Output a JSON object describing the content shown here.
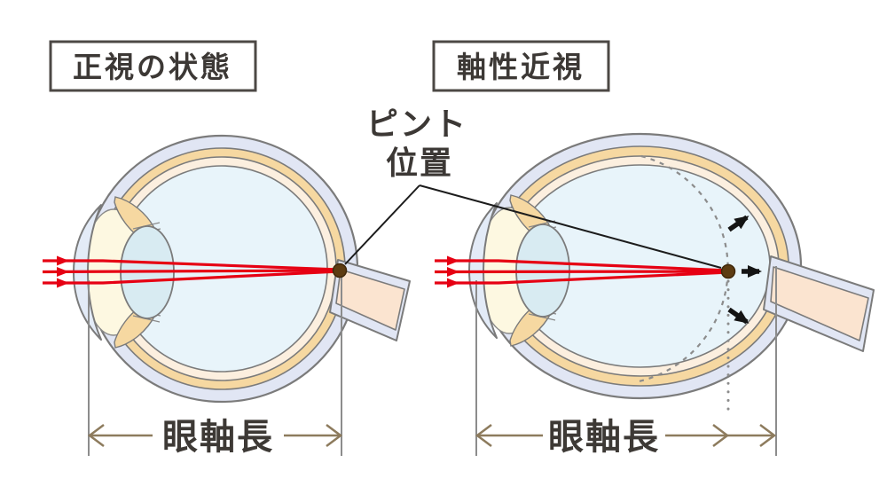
{
  "figure": {
    "left_panel_title": "正視の状態",
    "right_panel_title": "軸性近視",
    "focus_label_line1": "ピント",
    "focus_label_line2": "位置",
    "left_axial_length_label": "眼軸長",
    "right_axial_length_label": "眼軸長"
  },
  "colors": {
    "background": "#ffffff",
    "sclera": "#e1e6f4",
    "choroid": "#f6d8a1",
    "retina_band": "#fcefdf",
    "vitreous": "#e8f4fa",
    "cornea": "#e3ebf7",
    "anterior_chamber": "#fdf8e1",
    "lens": "#d8ebf2",
    "iris_ciliary": "#f6d8a1",
    "optic_nerve_core": "#fbe4d0",
    "optic_nerve_sheath": "#e1e6f4",
    "light_ray_red": "#e60013",
    "focus_dot_brown": "#5d3c12",
    "focus_dot_edge": "#40280a",
    "measure_arrow_olive": "#8d7b5d",
    "outline_gray": "#7b7b7b",
    "guide_line_gray": "#8c8c8c",
    "expansion_arrow_black": "#141414",
    "pointer_line_black": "#1c1c1c",
    "text_dark": "#3c3835",
    "title_box_border": "#4c4845"
  }
}
